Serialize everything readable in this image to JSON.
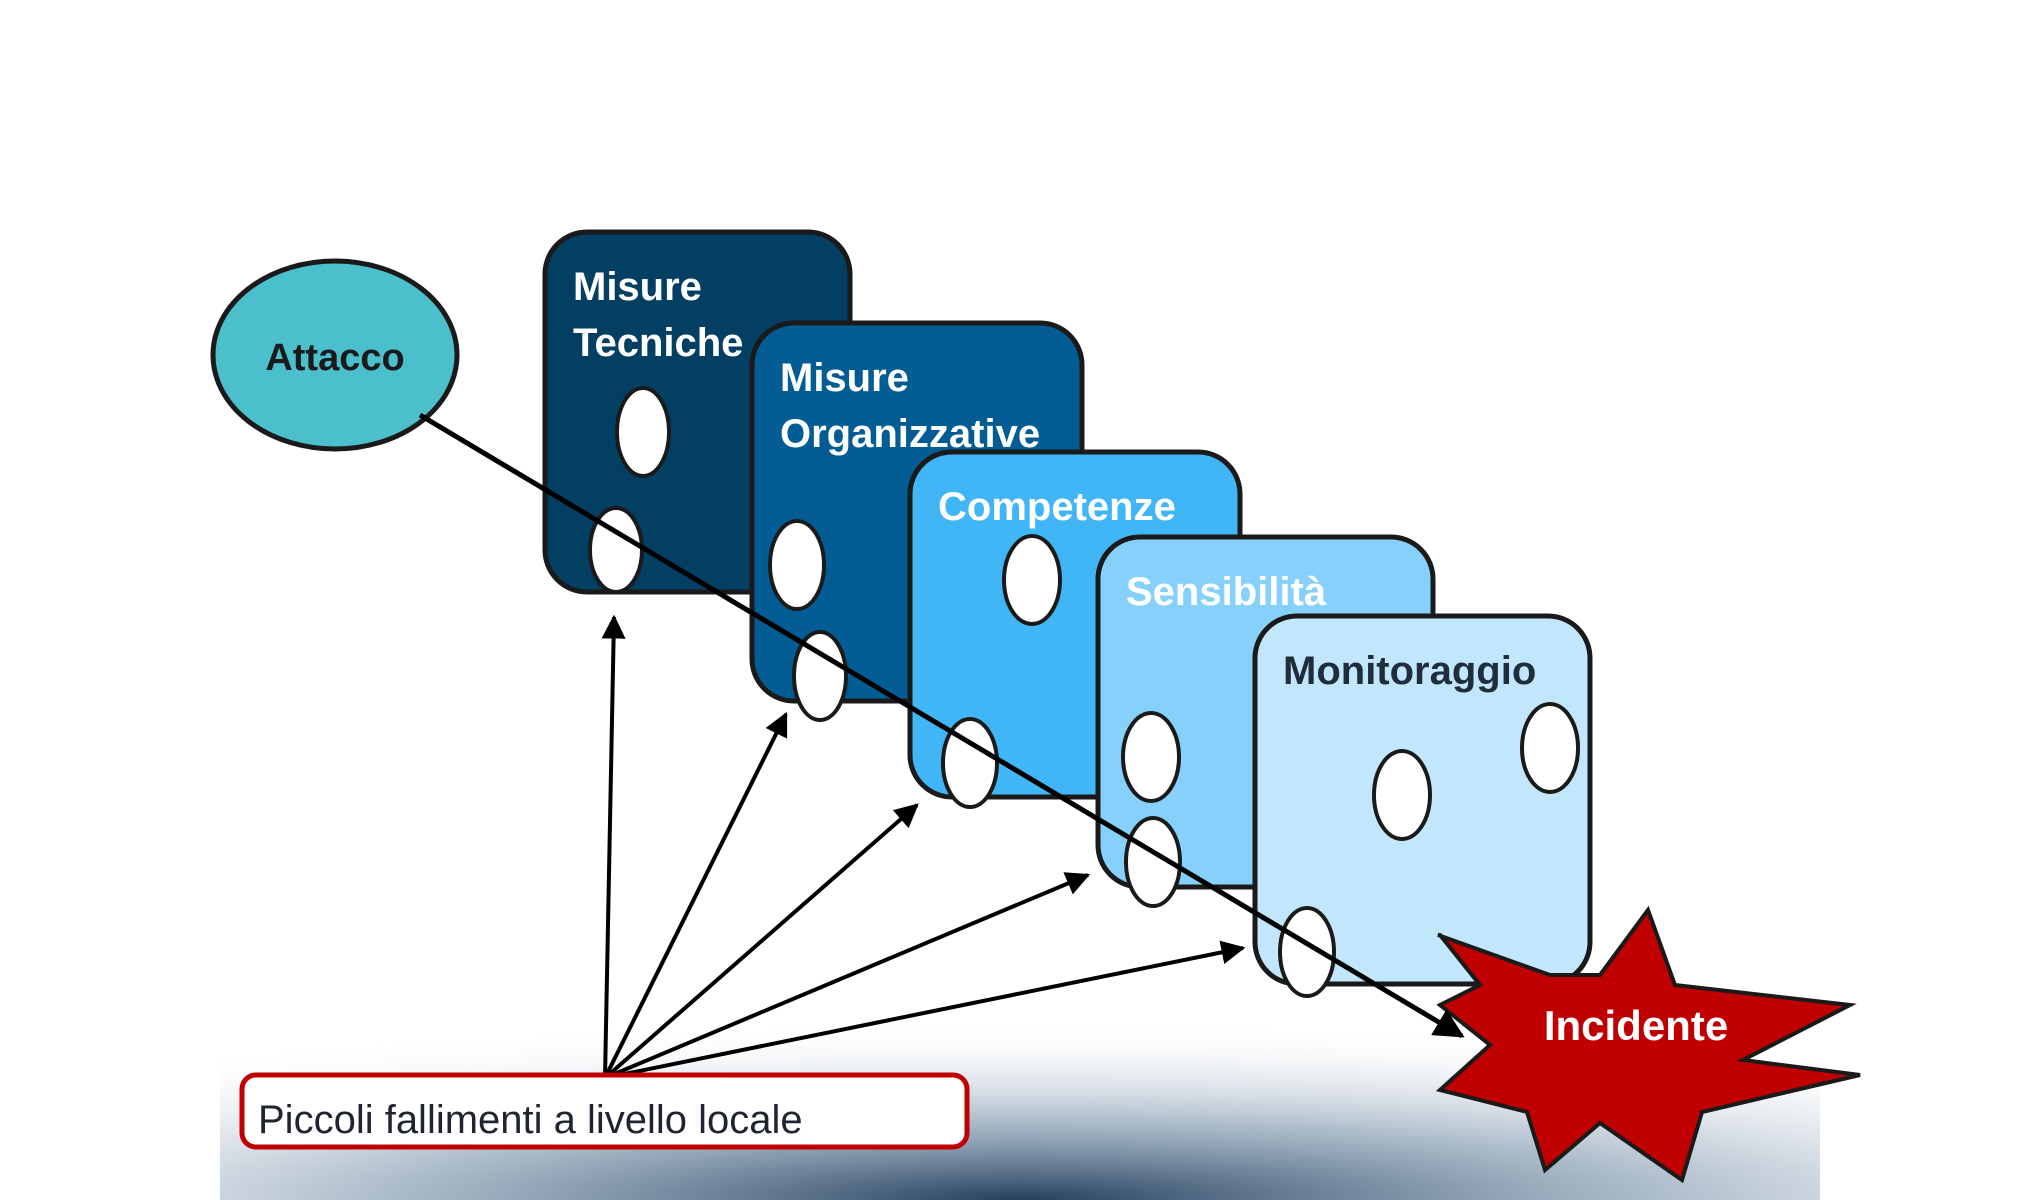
{
  "start_node": {
    "label": "Attacco",
    "color": "#4BBFCC"
  },
  "layers": [
    {
      "line1": "Misure",
      "line2": "Tecniche",
      "fill": "#033F63",
      "text_color": "#FFFFFF"
    },
    {
      "line1": "Misure",
      "line2": "Organizzative",
      "fill": "#035C93",
      "text_color": "#FFFFFF"
    },
    {
      "line1": "Competenze",
      "line2": "",
      "fill": "#41B6F7",
      "text_color": "#FFFFFF"
    },
    {
      "line1": "Sensibilità",
      "line2": "",
      "fill": "#85D1FB",
      "text_color": "#FFFFFF"
    },
    {
      "line1": "Monitoraggio",
      "line2": "",
      "fill": "#C2E7FC",
      "text_color": "#1F2D3D"
    }
  ],
  "end_node": {
    "label": "Incidente",
    "color": "#C00000"
  },
  "source_box": {
    "label": "Piccoli fallimenti a livello locale",
    "border_color": "#C00000"
  }
}
